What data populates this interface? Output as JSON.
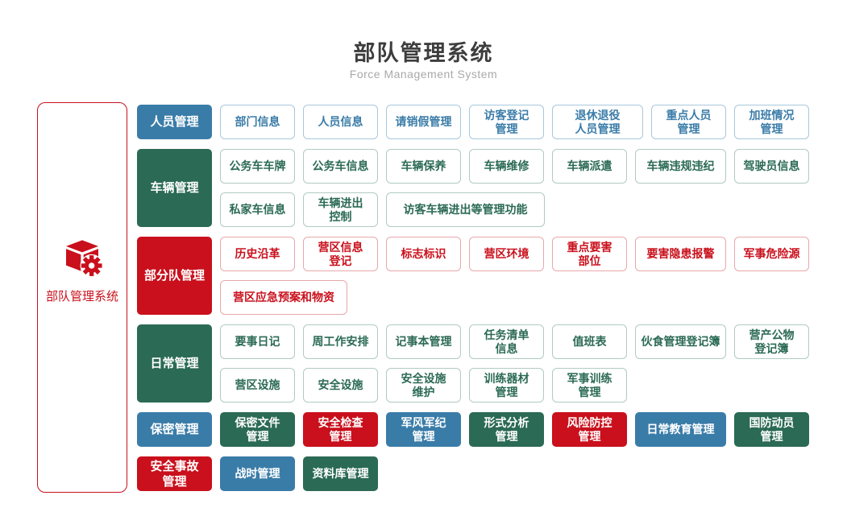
{
  "page": {
    "title": "部队管理系统",
    "subtitle": "Force Management System"
  },
  "colors": {
    "blue": "#3a7ca8",
    "green": "#2b6a54",
    "red": "#c9101c"
  },
  "sidebar": {
    "label": "部队管理系统",
    "icon": "cube-gear-icon"
  },
  "groups": [
    {
      "label": "人员管理",
      "color": "blue",
      "lines": [
        [
          {
            "label": "部门信息"
          },
          {
            "label": "人员信息"
          },
          {
            "label": "请销假管理"
          },
          {
            "label": "访客登记\n管理"
          },
          {
            "label": "退休退役\n人员管理",
            "w": 113
          },
          {
            "label": "重点人员\n管理"
          },
          {
            "label": "加班情况\n管理"
          }
        ]
      ]
    },
    {
      "label": "车辆管理",
      "color": "green",
      "lines": [
        [
          {
            "label": "公务车车牌"
          },
          {
            "label": "公务车信息"
          },
          {
            "label": "车辆保养"
          },
          {
            "label": "车辆维修"
          },
          {
            "label": "车辆派遣"
          },
          {
            "label": "车辆违规违纪",
            "w": 113
          },
          {
            "label": "驾驶员信息"
          }
        ],
        [
          {
            "label": "私家车信息"
          },
          {
            "label": "车辆进出\n控制"
          },
          {
            "label": "访客车辆进出等管理功能",
            "w": 197
          }
        ]
      ]
    },
    {
      "label": "部分队管理",
      "color": "red",
      "lines": [
        [
          {
            "label": "历史沿革"
          },
          {
            "label": "营区信息\n登记"
          },
          {
            "label": "标志标识"
          },
          {
            "label": "营区环境"
          },
          {
            "label": "重点要害\n部位"
          },
          {
            "label": "要害隐患报警",
            "w": 113
          },
          {
            "label": "军事危险源"
          }
        ],
        [
          {
            "label": "营区应急预案和物资",
            "w": 158
          }
        ]
      ]
    },
    {
      "label": "日常管理",
      "color": "green",
      "lines": [
        [
          {
            "label": "要事日记"
          },
          {
            "label": "周工作安排"
          },
          {
            "label": "记事本管理"
          },
          {
            "label": "任务清单\n信息"
          },
          {
            "label": "值班表"
          },
          {
            "label": "伙食管理登记簿",
            "w": 113
          },
          {
            "label": "营产公物\n登记簿"
          }
        ],
        [
          {
            "label": "营区设施"
          },
          {
            "label": "安全设施"
          },
          {
            "label": "安全设施\n维护"
          },
          {
            "label": "训练器材\n管理"
          },
          {
            "label": "军事训练\n管理"
          }
        ]
      ]
    },
    {
      "label": "保密管理",
      "color": "blue",
      "lines": [
        [
          {
            "label": "保密文件\n管理",
            "solid": "green"
          },
          {
            "label": "安全检查\n管理",
            "solid": "red"
          },
          {
            "label": "军风军纪\n管理",
            "solid": "blue"
          },
          {
            "label": "形式分析\n管理",
            "solid": "green"
          },
          {
            "label": "风险防控\n管理",
            "solid": "red"
          },
          {
            "label": "日常教育管理",
            "solid": "blue",
            "w": 113
          },
          {
            "label": "国防动员\n管理",
            "solid": "green"
          }
        ]
      ]
    },
    {
      "label": "安全事故\n管理",
      "color": "red",
      "lines": [
        [
          {
            "label": "战时管理",
            "solid": "blue"
          },
          {
            "label": "资料库管理",
            "solid": "green"
          }
        ]
      ]
    }
  ]
}
